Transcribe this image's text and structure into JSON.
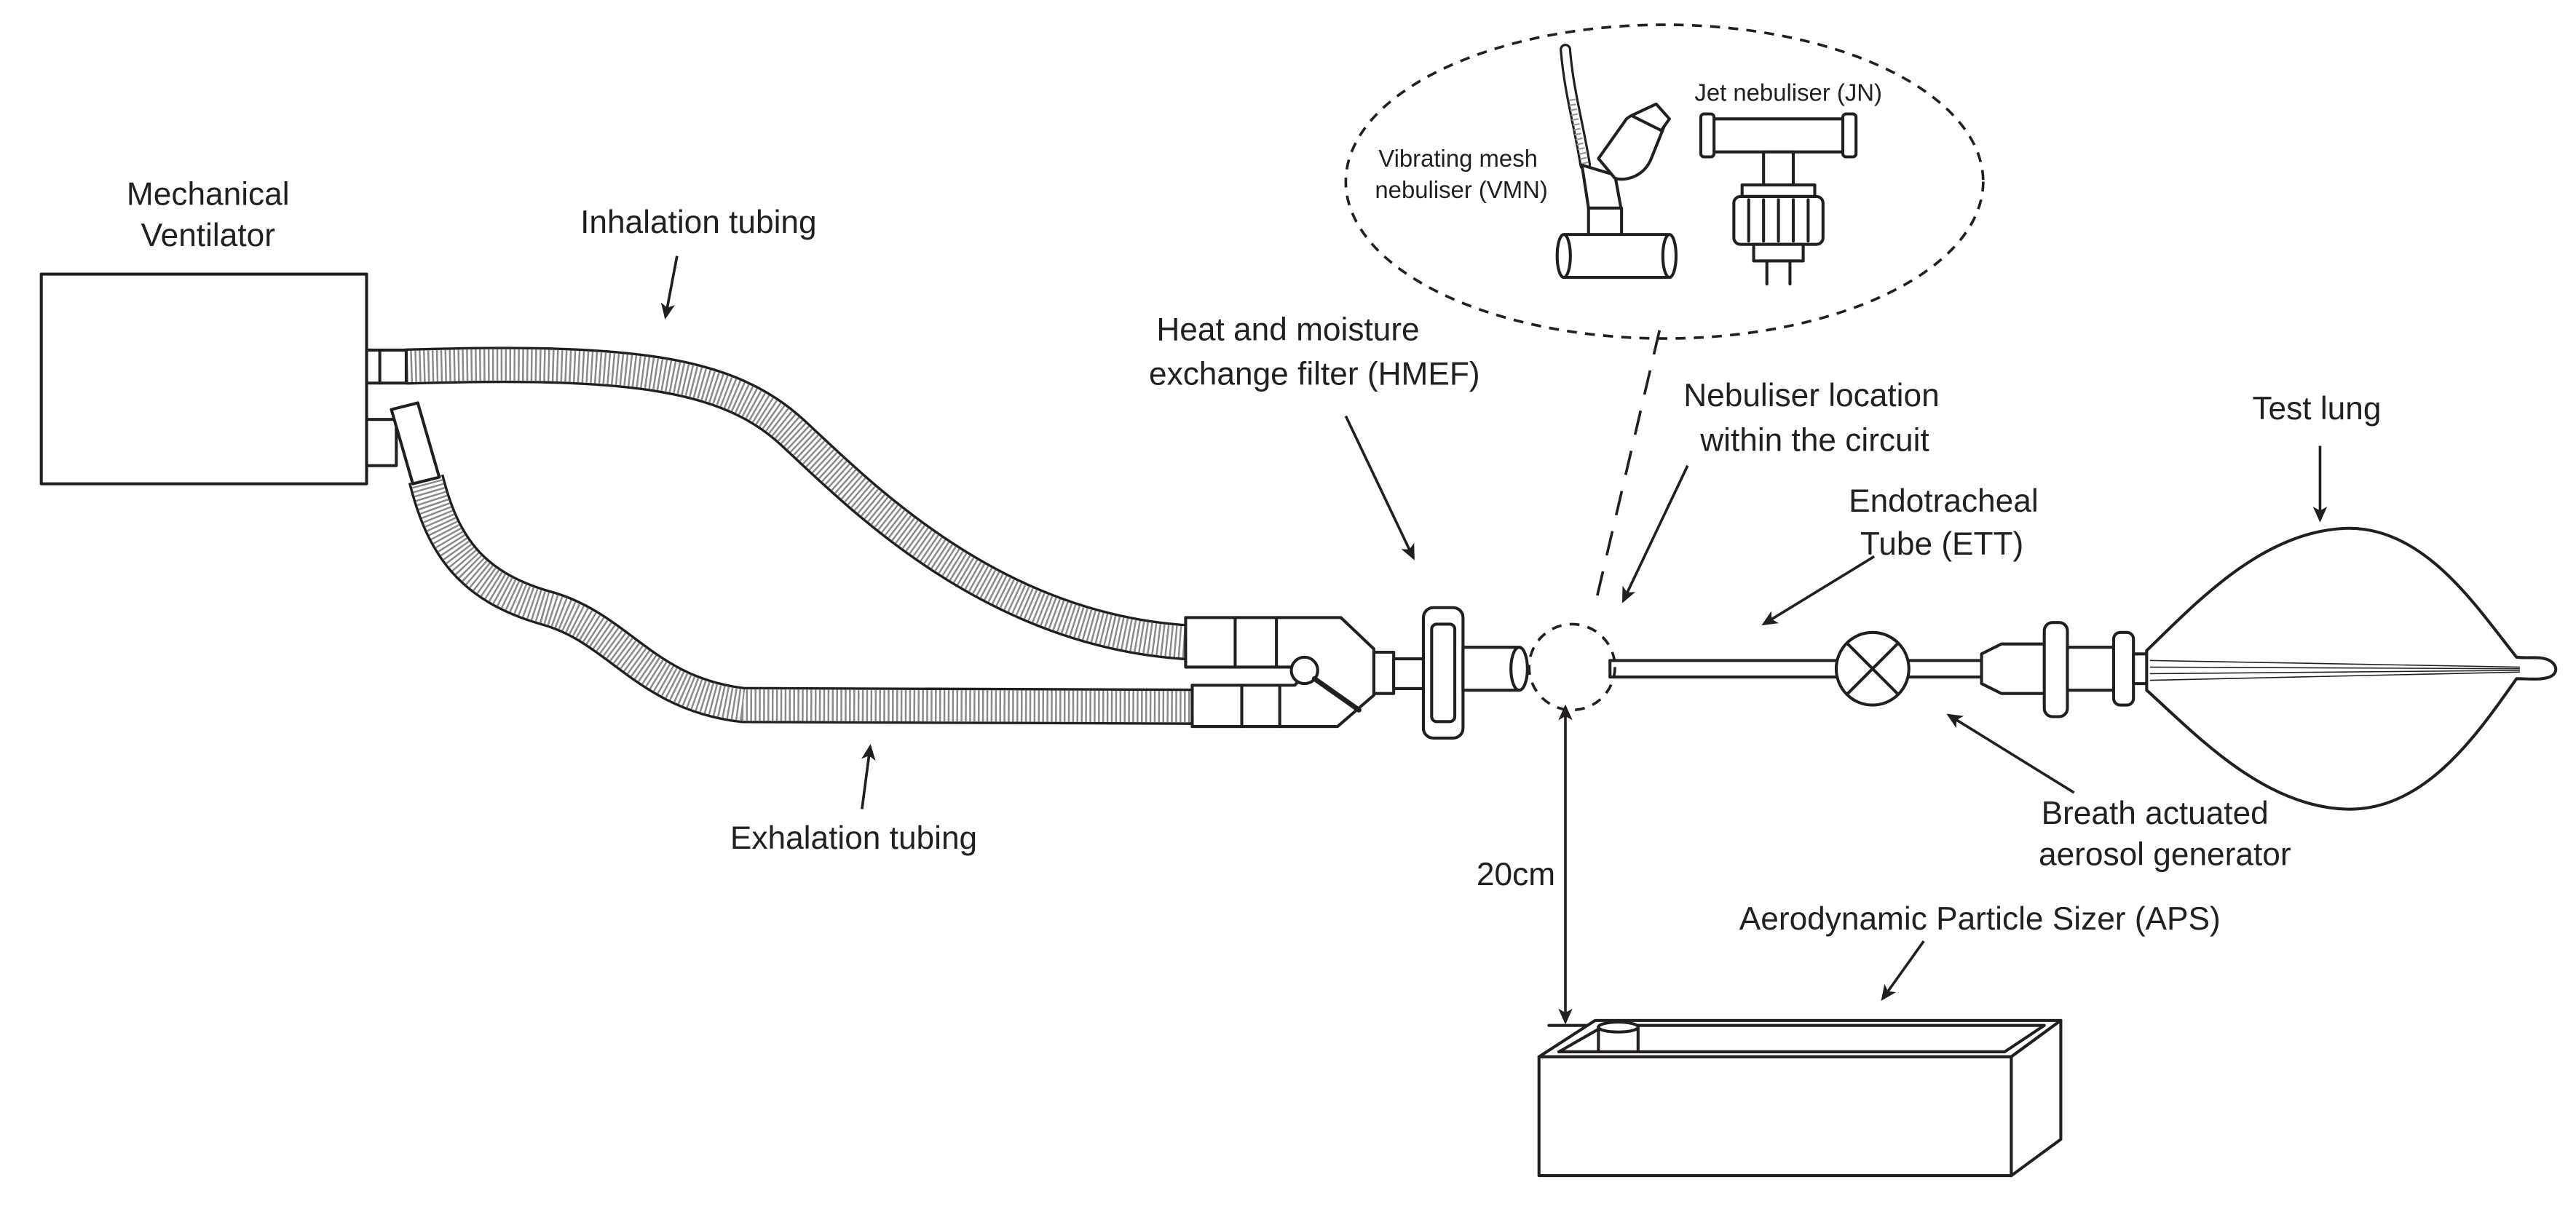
{
  "labels": {
    "ventilator": [
      "Mechanical",
      "Ventilator"
    ],
    "inhalation_tubing": "Inhalation tubing",
    "exhalation_tubing": "Exhalation tubing",
    "hmef": [
      "Heat and moisture",
      "exchange filter (HMEF)"
    ],
    "nebuliser_location": [
      "Nebuliser location",
      "within the circuit"
    ],
    "ett": [
      "Endotracheal",
      "Tube (ETT)"
    ],
    "test_lung": "Test lung",
    "aerosol_generator": [
      "Breath actuated",
      "aerosol generator"
    ],
    "distance": "20cm",
    "aps": "Aerodynamic Particle Sizer (APS)"
  },
  "inset": {
    "vmn": [
      "Vibrating mesh",
      "nebuliser (VMN)"
    ],
    "jn": "Jet nebuliser (JN)"
  }
}
